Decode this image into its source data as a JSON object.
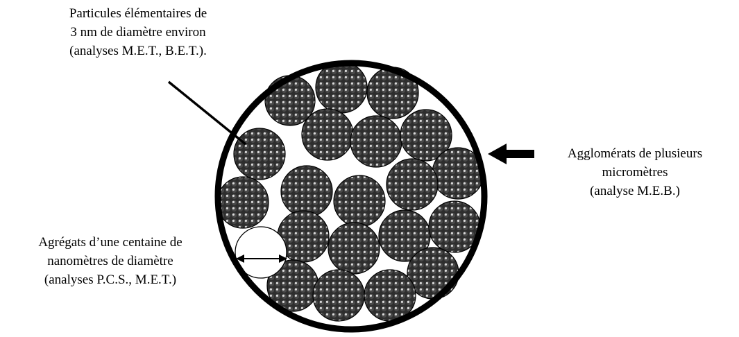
{
  "labels": {
    "particles": {
      "line1": "Particules élémentaires de",
      "line2": "3 nm de diamètre environ",
      "line3": "(analyses M.E.T., B.E.T.)."
    },
    "agglomerates": {
      "line1": "Agglomérats de plusieurs",
      "line2": "micromètres",
      "line3": "(analyse M.E.B.)"
    },
    "aggregates": {
      "line1": "Agrégats d’une centaine de",
      "line2": "nanomètres de diamètre",
      "line3": "(analyses P.C.S., M.E.T.)"
    }
  },
  "colors": {
    "ink": "#000000",
    "particle_fill": "#3a3a3a",
    "particle_highlight": "#d9d9d9",
    "background": "#ffffff"
  }
}
